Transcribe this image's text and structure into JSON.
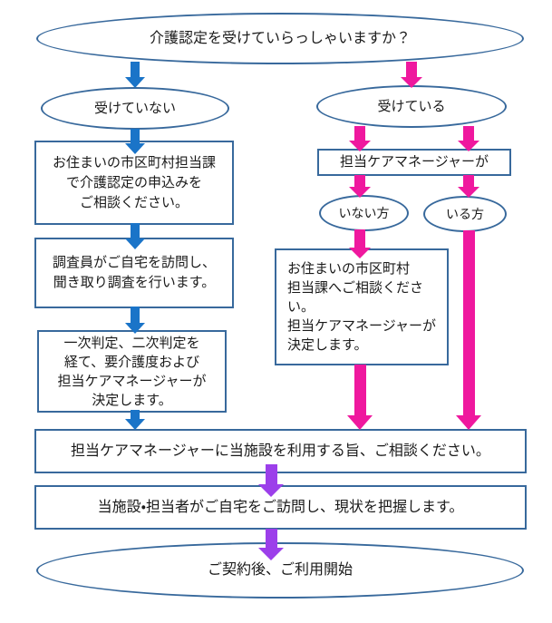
{
  "colors": {
    "shape_border": "#38699C",
    "blue_arrow": "#1A74C8",
    "magenta_arrow": "#EF189E",
    "purple_arrow": "#9C3FEA",
    "text": "#1a1a1a",
    "background": "#ffffff"
  },
  "nodes": {
    "start": {
      "shape": "ellipse",
      "text": "介護認定を受けていらっしゃいますか？"
    },
    "not_certified": {
      "shape": "ellipse",
      "text": "受けていない"
    },
    "certified": {
      "shape": "ellipse",
      "text": "受けている"
    },
    "apply_city": {
      "shape": "rect",
      "text": "お住まいの市区町村担当課\nで介護認定の申込みを\nご相談ください。"
    },
    "survey_visit": {
      "shape": "rect",
      "text": "調査員がご自宅を訪問し、\n聞き取り調査を行います。"
    },
    "judgement": {
      "shape": "rect",
      "text": "一次判定、二次判定を\n経て、要介護度および\n担当ケアマネージャーが\n決定します。"
    },
    "care_manager": {
      "shape": "rect",
      "text": "担当ケアマネージャーが"
    },
    "no_manager": {
      "shape": "ellipse",
      "text": "いない方"
    },
    "has_manager": {
      "shape": "ellipse",
      "text": "いる方"
    },
    "consult_city": {
      "shape": "rect",
      "text": "お住まいの市区町村\n担当課へご相談ください。\n担当ケアマネージャーが\n決定します。"
    },
    "consult_manager": {
      "shape": "rect",
      "text": "担当ケアマネージャーに当施設を利用する旨、ご相談ください。"
    },
    "home_visit": {
      "shape": "rect",
      "text": "当施設・担当者がご自宅をご訪問し、現状を把握します。"
    },
    "start_use": {
      "shape": "ellipse",
      "text": "ご契約後、ご利用開始"
    }
  }
}
